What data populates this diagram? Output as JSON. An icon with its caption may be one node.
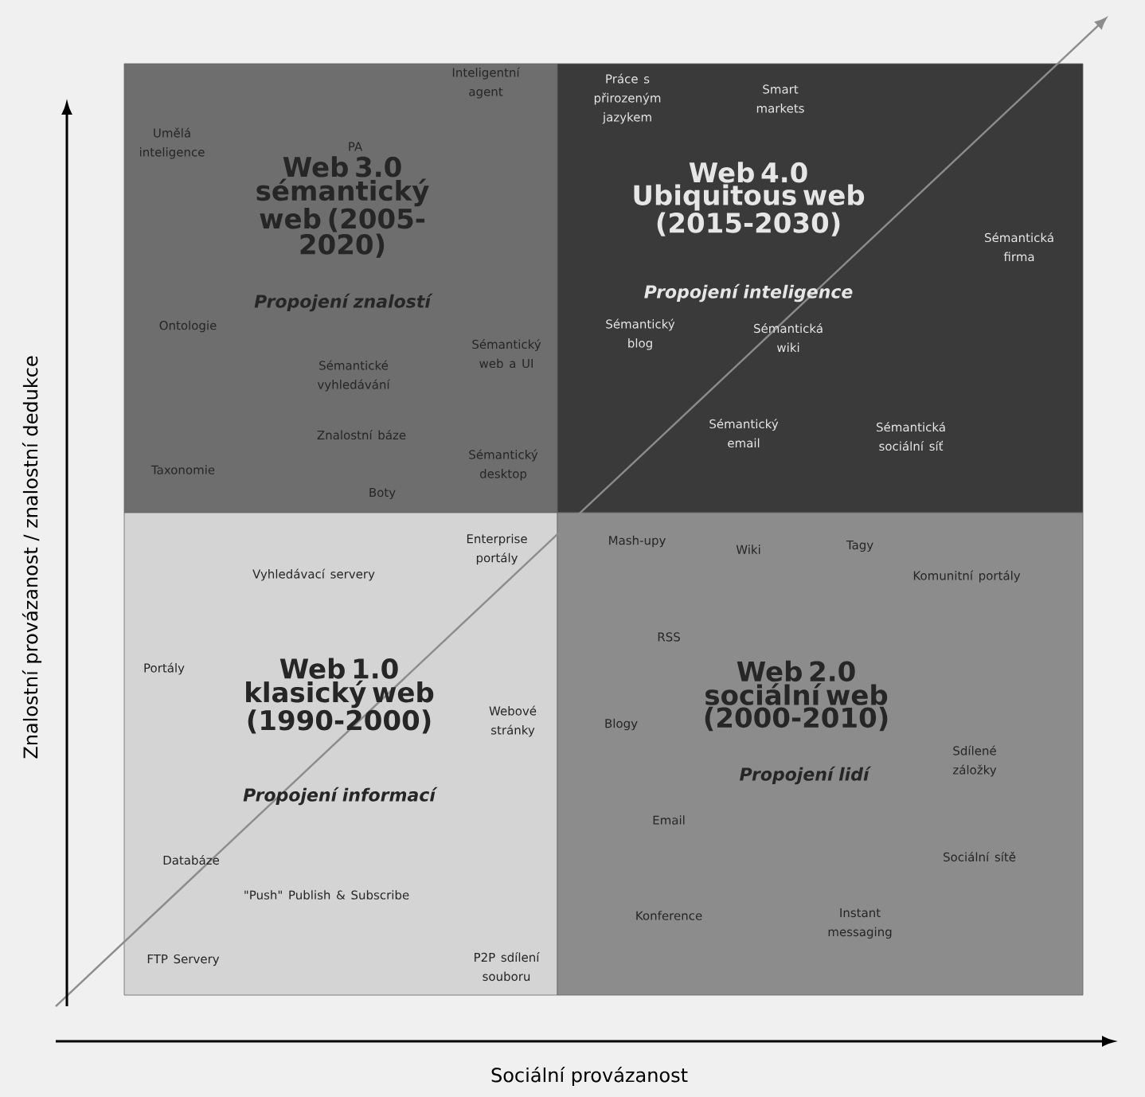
{
  "diagram": {
    "nodes": [
      {
        "text": [
          "Web 3.0 sémantický web (2005-2020)",
          "Propojení znalostí",
          "Umělá inteligence",
          "PA",
          "Inteligentní agent",
          "Ontologie",
          "Sémantický web a UI",
          "Sémantické vyhledávání",
          "Znalostní báze",
          "Taxonomie",
          "Boty",
          "Sémantický desktop"
        ]
      },
      {
        "text": [
          "Web 4.0 Ubiquitous web (2015-2030)",
          "Propojení inteligence",
          "Práce s přirozeným jazykem",
          "Smart markets",
          "Sémantická firma",
          "Sémantický blog",
          "Sémantická wiki",
          "Sémantický email",
          "Sémantická sociální síť"
        ]
      },
      {
        "text": [
          "Web 1.0 klasický web (1990-2000)",
          "Propojení informací",
          "Enterprise portály",
          "Vyhledávací servery",
          "Portály",
          "Webové stránky",
          "Databáze",
          "\"Push\" Publish & Subscribe",
          "FTP Servery",
          "P2P sdílení souboru"
        ]
      },
      {
        "text": [
          "Web 2.0 sociální web (2000-2010)",
          "Propojení lidí",
          "Mash-upy",
          "Wiki",
          "Tagy",
          "Komunitní portály",
          "RSS",
          "Blogy",
          "Sdílené záložky",
          "Email",
          "Sociální sítě",
          "Konference",
          "Instant messaging"
        ]
      }
    ],
    "labels": [
      "Znalostní provázanost / znalostní dedukce",
      "Sociální provázanost"
    ]
  }
}
